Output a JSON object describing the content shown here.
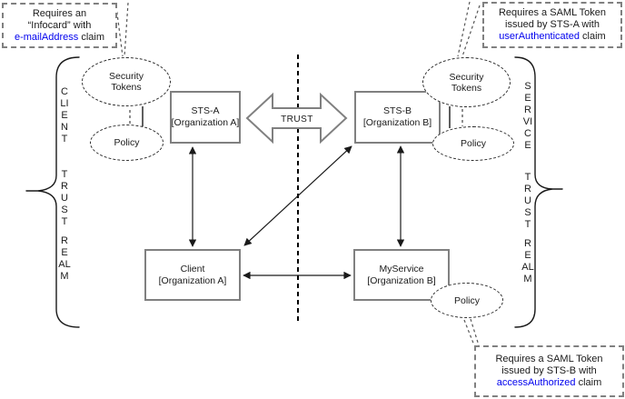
{
  "diagram": {
    "title_hint": "Federation trust diagram",
    "trust_label": "TRUST",
    "nodes": {
      "sts_a": {
        "title": "STS-A",
        "subtitle": "[Organization A]"
      },
      "sts_b": {
        "title": "STS-B",
        "subtitle": "[Organization B]"
      },
      "client": {
        "title": "Client",
        "subtitle": "[Organization A]"
      },
      "myservice": {
        "title": "MyService",
        "subtitle": "[Organization B]"
      }
    },
    "ellipses": {
      "security_tokens_left": "Security Tokens",
      "policy_left": "Policy",
      "security_tokens_right": "Security Tokens",
      "policy_right": "Policy",
      "policy_service": "Policy"
    },
    "callouts": {
      "top_left": {
        "line1": "Requires an",
        "line2": "“Infocard” with",
        "highlight": "e-mailAddress",
        "suffix": " claim"
      },
      "top_right": {
        "line1": "Requires a SAML Token",
        "line2": "issued by STS-A with",
        "highlight": "userAuthenticated",
        "suffix": " claim"
      },
      "bottom_right": {
        "line1": "Requires a SAML Token",
        "line2": "issued by STS-B with",
        "highlight": "accessAuthorized",
        "suffix": " claim"
      }
    },
    "realms": {
      "left": {
        "words": [
          "CLIENT",
          "TRUST",
          "REALM"
        ]
      },
      "right": {
        "words": [
          "SERVICE",
          "TRUST",
          "REALM"
        ]
      }
    },
    "colors": {
      "highlight_blue": "#0000EE",
      "box_border_gray": "#808080",
      "line_black": "#1a1a1a"
    }
  }
}
